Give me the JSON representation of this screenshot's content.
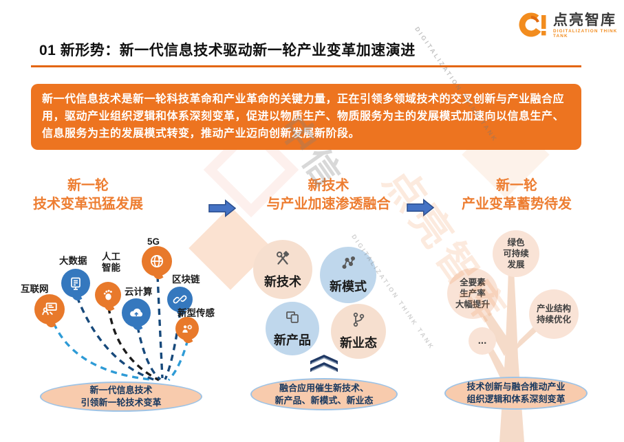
{
  "logo": {
    "name": "点亮智库",
    "tagline": "DIGITALIZATION THINK TANK"
  },
  "title": "01 新形势：新一代信息技术驱动新一轮产业变革加速演进",
  "intro": "新一代信息技术是新一轮科技革命和产业革命的关键力量，正在引领多领域技术的交叉创新与产业融合应用，驱动产业组织逻辑和体系深刻变革，促进以物质生产、物质服务为主的发展模式加速向以信息生产、信息服务为主的发展模式转变，推动产业迈向创新发展新阶段。",
  "stage1": {
    "heading": [
      "新一轮",
      "技术变革迅猛发展"
    ],
    "bubbles": [
      {
        "label": "互联网",
        "icon": "internet-icon",
        "color": "orange"
      },
      {
        "label": "大数据",
        "icon": "big-data-icon",
        "color": "blue"
      },
      {
        "label": "人工\n智能",
        "icon": "ai-icon",
        "color": "orange"
      },
      {
        "label": "5G",
        "icon": "globe-5g-icon",
        "color": "orange"
      },
      {
        "label": "云计算",
        "icon": "cloud-icon",
        "color": "blue"
      },
      {
        "label": "区块链",
        "icon": "blockchain-icon",
        "color": "blue"
      },
      {
        "label": "新型传感",
        "icon": "sensor-icon",
        "color": "orange"
      }
    ],
    "callout": [
      "新一代信息技术",
      "引领新一轮技术变革"
    ]
  },
  "stage2": {
    "heading": [
      "新技术",
      "与产业加速渗透融合"
    ],
    "circles": [
      {
        "label": "新技术",
        "icon": "tools-icon",
        "color": "peach"
      },
      {
        "label": "新模式",
        "icon": "network-icon",
        "color": "blue"
      },
      {
        "label": "新产品",
        "icon": "devices-icon",
        "color": "blue"
      },
      {
        "label": "新业态",
        "icon": "branch-icon",
        "color": "peach"
      }
    ],
    "callout": [
      "融合应用催生新技术、",
      "新产品、新模式、新业态"
    ]
  },
  "stage3": {
    "heading": [
      "新一轮",
      "产业变革蓄势待发"
    ],
    "fruits": {
      "green": [
        "绿色",
        "可持续",
        "发展"
      ],
      "tfp": [
        "全要素",
        "生产率",
        "大幅提升"
      ],
      "structure": [
        "产业结构",
        "持续优化"
      ],
      "more": "..."
    },
    "callout": [
      "技术创新与融合推动产业",
      "组织逻辑和体系深刻变革"
    ]
  },
  "watermark": {
    "cn": "中信",
    "brand": "点亮智库",
    "en": "DIGITALIZATION THINK TANK"
  },
  "colors": {
    "accent_orange": "#ED7D31",
    "intro_box_orange": "#ED7420",
    "underline_orange": "#E3650E",
    "bubble_orange": "#E8792B",
    "bubble_blue": "#3578BE",
    "arrow_blue": "#4472C4",
    "arrow_border": "#2C4F8E",
    "circle_peach": "#F6DFCF",
    "circle_blue": "#BFD7EC",
    "fruit_peach": "#F9E3D6",
    "callout_fill": "#F8CBAD",
    "callout_border": "#9DC3E6",
    "callout_text_navy": "#17375E",
    "chevron_navy": "#1F3864",
    "connector_navy": "#17497B",
    "connector_light_blue": "#2E9BD6"
  }
}
